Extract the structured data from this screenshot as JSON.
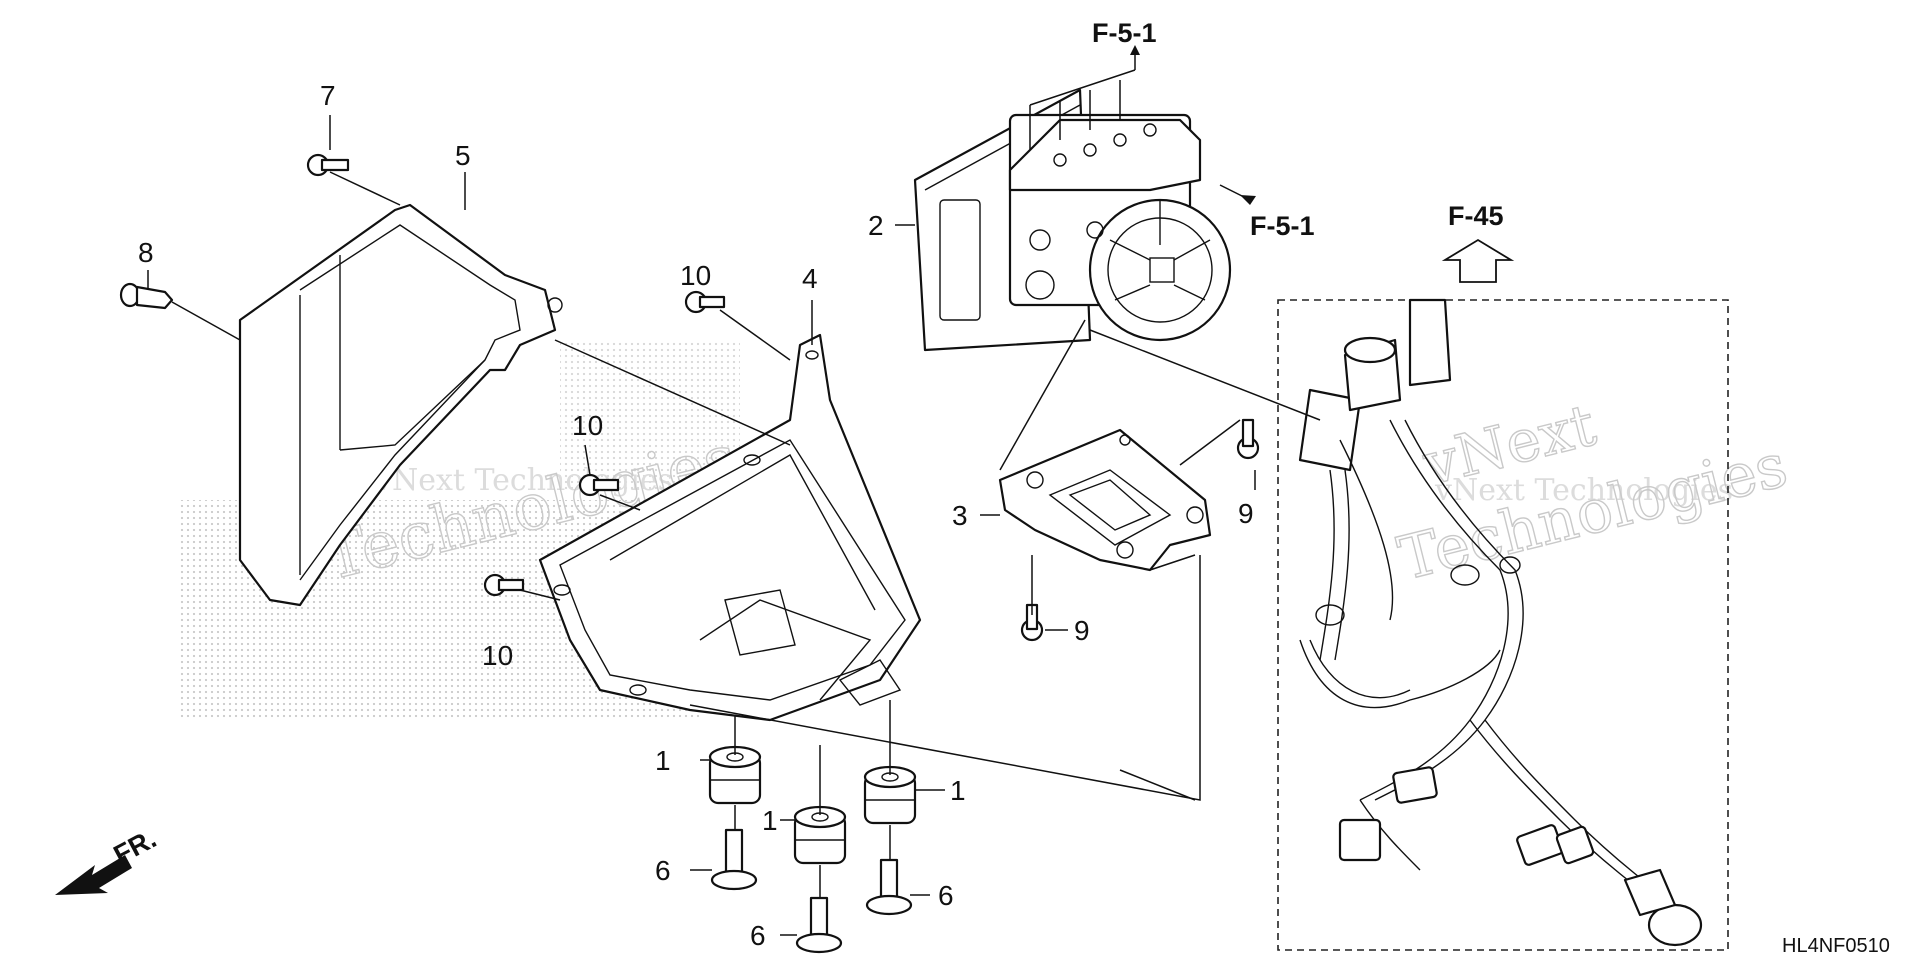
{
  "callouts": {
    "c1a": "1",
    "c1b": "1",
    "c1c": "1",
    "c2": "2",
    "c3": "3",
    "c4": "4",
    "c5": "5",
    "c6a": "6",
    "c6b": "6",
    "c6c": "6",
    "c7": "7",
    "c8": "8",
    "c9a": "9",
    "c9b": "9",
    "c10a": "10",
    "c10b": "10",
    "c10c": "10"
  },
  "refs": {
    "f51_top": "F-5-1",
    "f51_side": "F-5-1",
    "f45": "F-45"
  },
  "front_label": "FR.",
  "diagram_code": "HL4NF0510",
  "watermarks": {
    "w1": "vNext Technologies",
    "w2": "Technologies",
    "w3": "vNext",
    "w4": "vNext Technologies",
    "w5": "Technologies"
  },
  "colors": {
    "line": "#111111",
    "watermark": "#c9c9c9"
  }
}
